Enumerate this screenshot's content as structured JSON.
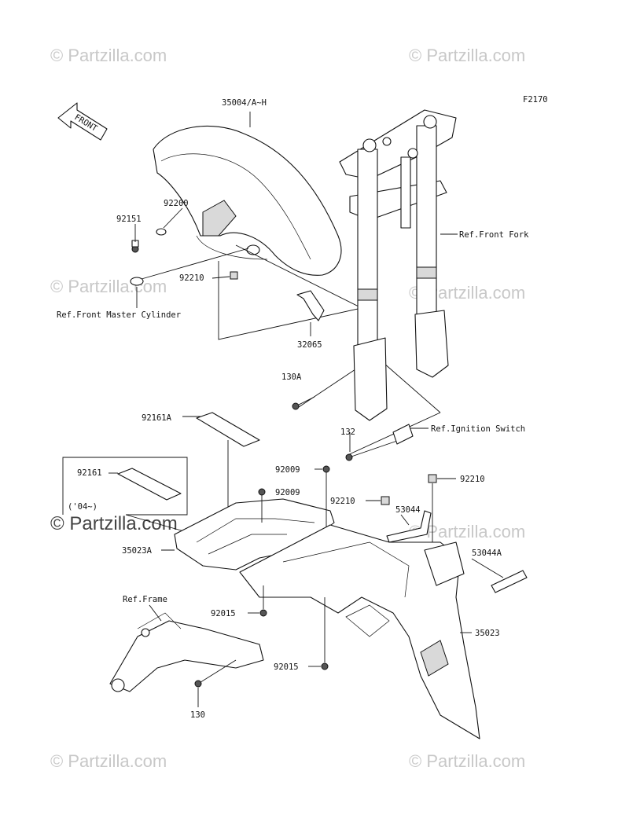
{
  "figure_code": "F2170",
  "front_arrow_label": "FRONT",
  "watermarks": [
    "© Partzilla.com",
    "© Partzilla.com",
    "© Partzilla.com",
    "© Partzilla.com",
    "© Partzilla.com",
    "© Partzilla.com",
    "© Partzilla.com"
  ],
  "labels": {
    "p35004": "35004/A~H",
    "p92200": "92200",
    "p92151": "92151",
    "p92210a": "92210",
    "ref_master_cyl": "Ref.Front Master Cylinder",
    "ref_front_fork": "Ref.Front Fork",
    "p32065": "32065",
    "p130A": "130A",
    "p132": "132",
    "ref_ignition": "Ref.Ignition Switch",
    "p92161A": "92161A",
    "p92161": "92161",
    "note_04": "('04~)",
    "p92009a": "92009",
    "p92009b": "92009",
    "p92210b": "92210",
    "p92210c": "92210",
    "p53044": "53044",
    "p53044A": "53044A",
    "p35023A": "35023A",
    "ref_frame": "Ref.Frame",
    "p92015a": "92015",
    "p92015b": "92015",
    "p35023": "35023",
    "p130": "130"
  },
  "colors": {
    "line": "#111111",
    "watermark": "#c8c8c8",
    "background": "#ffffff"
  }
}
